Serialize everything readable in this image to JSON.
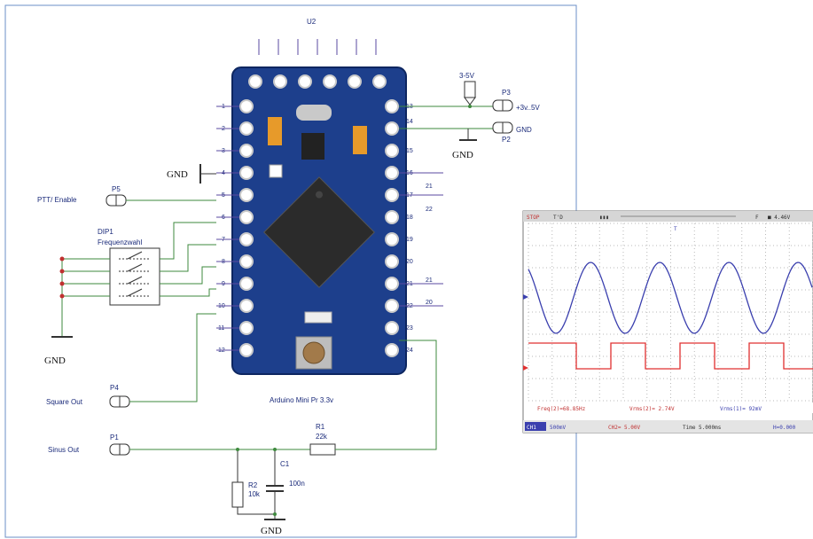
{
  "schematic": {
    "module_ref": "U2",
    "module_caption": "Arduino Mini Pr 3.3v",
    "gnd_label": "GND",
    "supply_label": "3-5V",
    "dip_ref": "DIP1",
    "dip_name": "Frequenzwahl",
    "connectors": [
      {
        "ref": "P5",
        "label": "PTT/ Enable"
      },
      {
        "ref": "P4",
        "label": "Square Out"
      },
      {
        "ref": "P1",
        "label": "Sinus Out"
      },
      {
        "ref": "P3",
        "label": "+3v..5V"
      },
      {
        "ref": "P2",
        "label": "GND"
      }
    ],
    "components": [
      {
        "ref": "R1",
        "value": "22k"
      },
      {
        "ref": "R2",
        "value": "10k"
      },
      {
        "ref": "C1",
        "value": "100n"
      }
    ],
    "left_pins": [
      "1",
      "2",
      "3",
      "4",
      "5",
      "6",
      "7",
      "8",
      "9",
      "10",
      "11",
      "12"
    ],
    "right_pins": [
      "13",
      "14",
      "15",
      "16",
      "17",
      "18",
      "19",
      "20",
      "21",
      "22",
      "23",
      "24"
    ],
    "right_net_labels": [
      "21",
      "22",
      "21",
      "20"
    ]
  },
  "scope": {
    "header": [
      "STOP",
      "T'D",
      "▮▮▮",
      "F",
      "■ 4.46V"
    ],
    "trigger_marker": "T",
    "measurements": [
      "Freq(2)=68.85Hz",
      "Vrms(2)= 2.74V",
      "Vrms(1)= 92mV"
    ],
    "status": [
      "CH1",
      "500mV",
      "CH2= 5.00V",
      "Time 5.000ms",
      "H=0.000"
    ],
    "colors": {
      "ch1": "#3a3fae",
      "ch2": "#e03030",
      "grid": "#b9b9b9"
    }
  }
}
